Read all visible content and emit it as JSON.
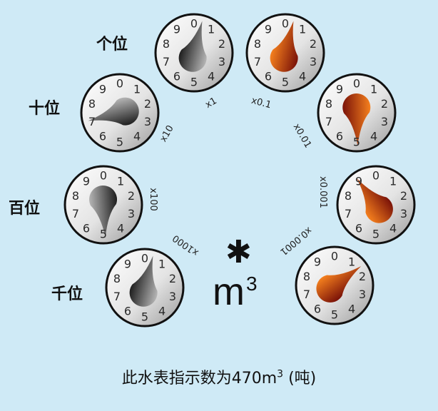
{
  "dials": [
    {
      "id": "thousands",
      "position_label": "千位",
      "multiplier": "x1000",
      "value": 0.4,
      "style": "gray"
    },
    {
      "id": "hundreds",
      "position_label": "百位",
      "multiplier": "x100",
      "value": 4.9,
      "style": "gray"
    },
    {
      "id": "tens",
      "position_label": "十位",
      "multiplier": "x10",
      "value": 7.1,
      "style": "gray"
    },
    {
      "id": "ones",
      "position_label": "个位",
      "multiplier": "x1",
      "value": 0.4,
      "style": "gray"
    },
    {
      "id": "tenths",
      "position_label": "",
      "multiplier": "x0.1",
      "value": 0.4,
      "style": "orange"
    },
    {
      "id": "hundredths",
      "position_label": "",
      "multiplier": "x0.01",
      "value": 4.95,
      "style": "orange"
    },
    {
      "id": "thousandths",
      "position_label": "",
      "multiplier": "x0.001",
      "value": 9.0,
      "style": "orange"
    },
    {
      "id": "ten-thousandths",
      "position_label": "",
      "multiplier": "x0.0001",
      "value": 1.5,
      "style": "orange"
    }
  ],
  "digits": [
    "0",
    "1",
    "2",
    "3",
    "4",
    "5",
    "6",
    "7",
    "8",
    "9"
  ],
  "unit": {
    "symbol": "✱",
    "base": "m",
    "exp": "3"
  },
  "caption": {
    "before": "此水表指示数为470m",
    "sup": "3",
    "after": " (吨)"
  },
  "colors": {
    "background": "#cfeaf6",
    "gray_dark": "#1e1e1e",
    "gray_light": "#b5b5b5",
    "orange_dark": "#7a1208",
    "orange_light": "#f5801e"
  }
}
